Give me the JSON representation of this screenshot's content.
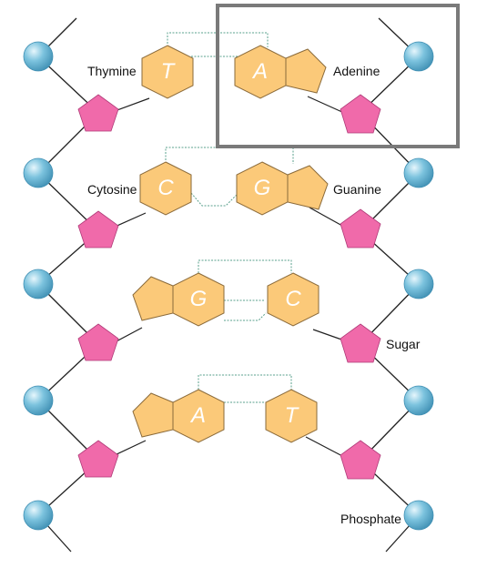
{
  "labels": {
    "thymine": "Thymine",
    "adenine": "Adenine",
    "cytosine": "Cytosine",
    "guanine": "Guanine",
    "sugar": "Sugar",
    "phosphate": "Phosphate"
  },
  "pairs": [
    {
      "left": "T",
      "right": "A"
    },
    {
      "left": "C",
      "right": "G"
    },
    {
      "left": "G",
      "right": "C"
    },
    {
      "left": "A",
      "right": "T"
    }
  ],
  "colors": {
    "phosphate": "#7cc3de",
    "sugar": "#f06aaa",
    "base": "#fbc979",
    "highlight": "#7a7a7a",
    "hbond": "#5aa08c"
  }
}
